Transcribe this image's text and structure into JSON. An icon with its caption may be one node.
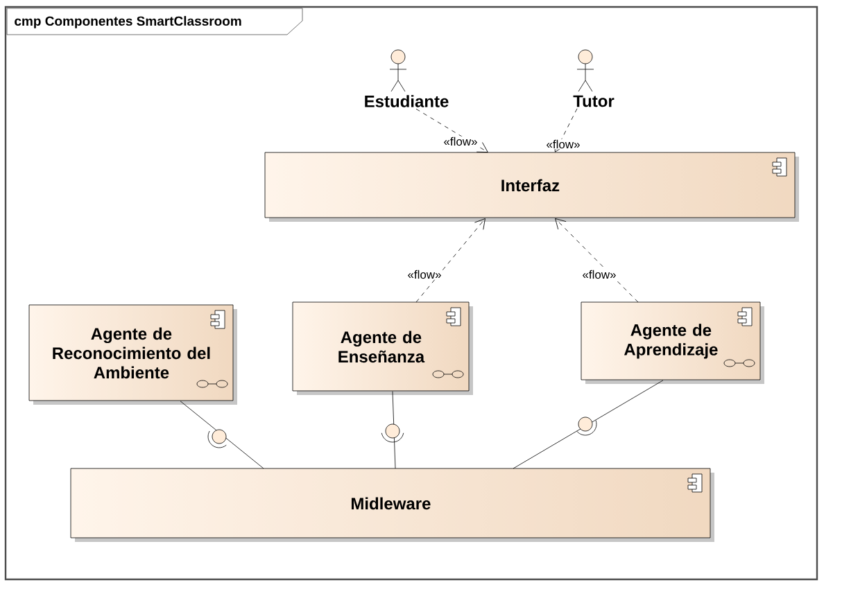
{
  "diagram": {
    "title": "cmp Componentes SmartClassroom",
    "nodes": [
      {
        "text": [
          "Estudiante"
        ]
      },
      {
        "text": [
          "Tutor"
        ]
      },
      {
        "text": [
          "Interfaz"
        ]
      },
      {
        "text": [
          "Agente de Reconocimiento del Ambiente"
        ]
      },
      {
        "text": [
          "Agente de Enseñanza"
        ]
      },
      {
        "text": [
          "Agente de Aprendizaje"
        ]
      },
      {
        "text": [
          "Midleware"
        ]
      }
    ],
    "edges": [
      {
        "from": 0,
        "to": 2,
        "arrow": "to",
        "label": "«flow»",
        "style": "dashed"
      },
      {
        "from": 1,
        "to": 2,
        "arrow": "to",
        "label": "«flow»",
        "style": "dashed"
      },
      {
        "from": 4,
        "to": 2,
        "arrow": "to",
        "label": "«flow»",
        "style": "dashed"
      },
      {
        "from": 5,
        "to": 2,
        "arrow": "to",
        "label": "«flow»",
        "style": "dashed"
      },
      {
        "from": 3,
        "to": 6,
        "arrow": "none"
      },
      {
        "from": 4,
        "to": 6,
        "arrow": "none"
      },
      {
        "from": 5,
        "to": 6,
        "arrow": "none"
      }
    ]
  }
}
